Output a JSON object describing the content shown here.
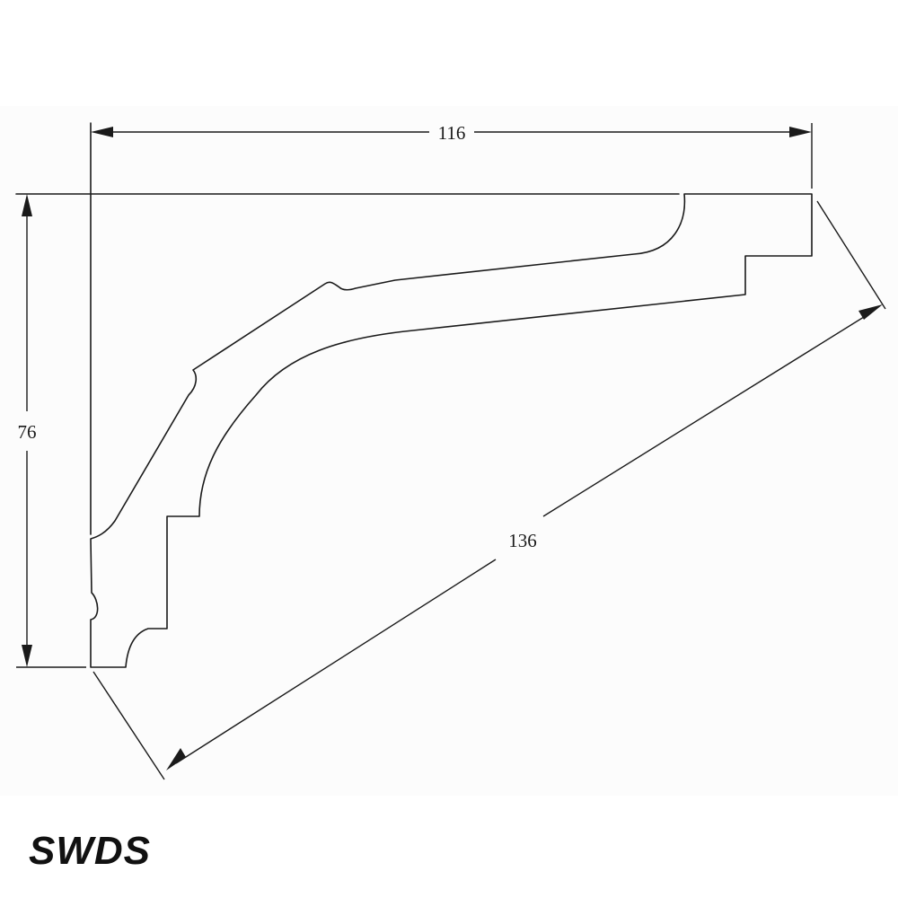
{
  "drawing": {
    "dimensions": {
      "width": "116",
      "height": "76",
      "diagonal": "136"
    }
  },
  "brand": {
    "text": "SWDS"
  }
}
